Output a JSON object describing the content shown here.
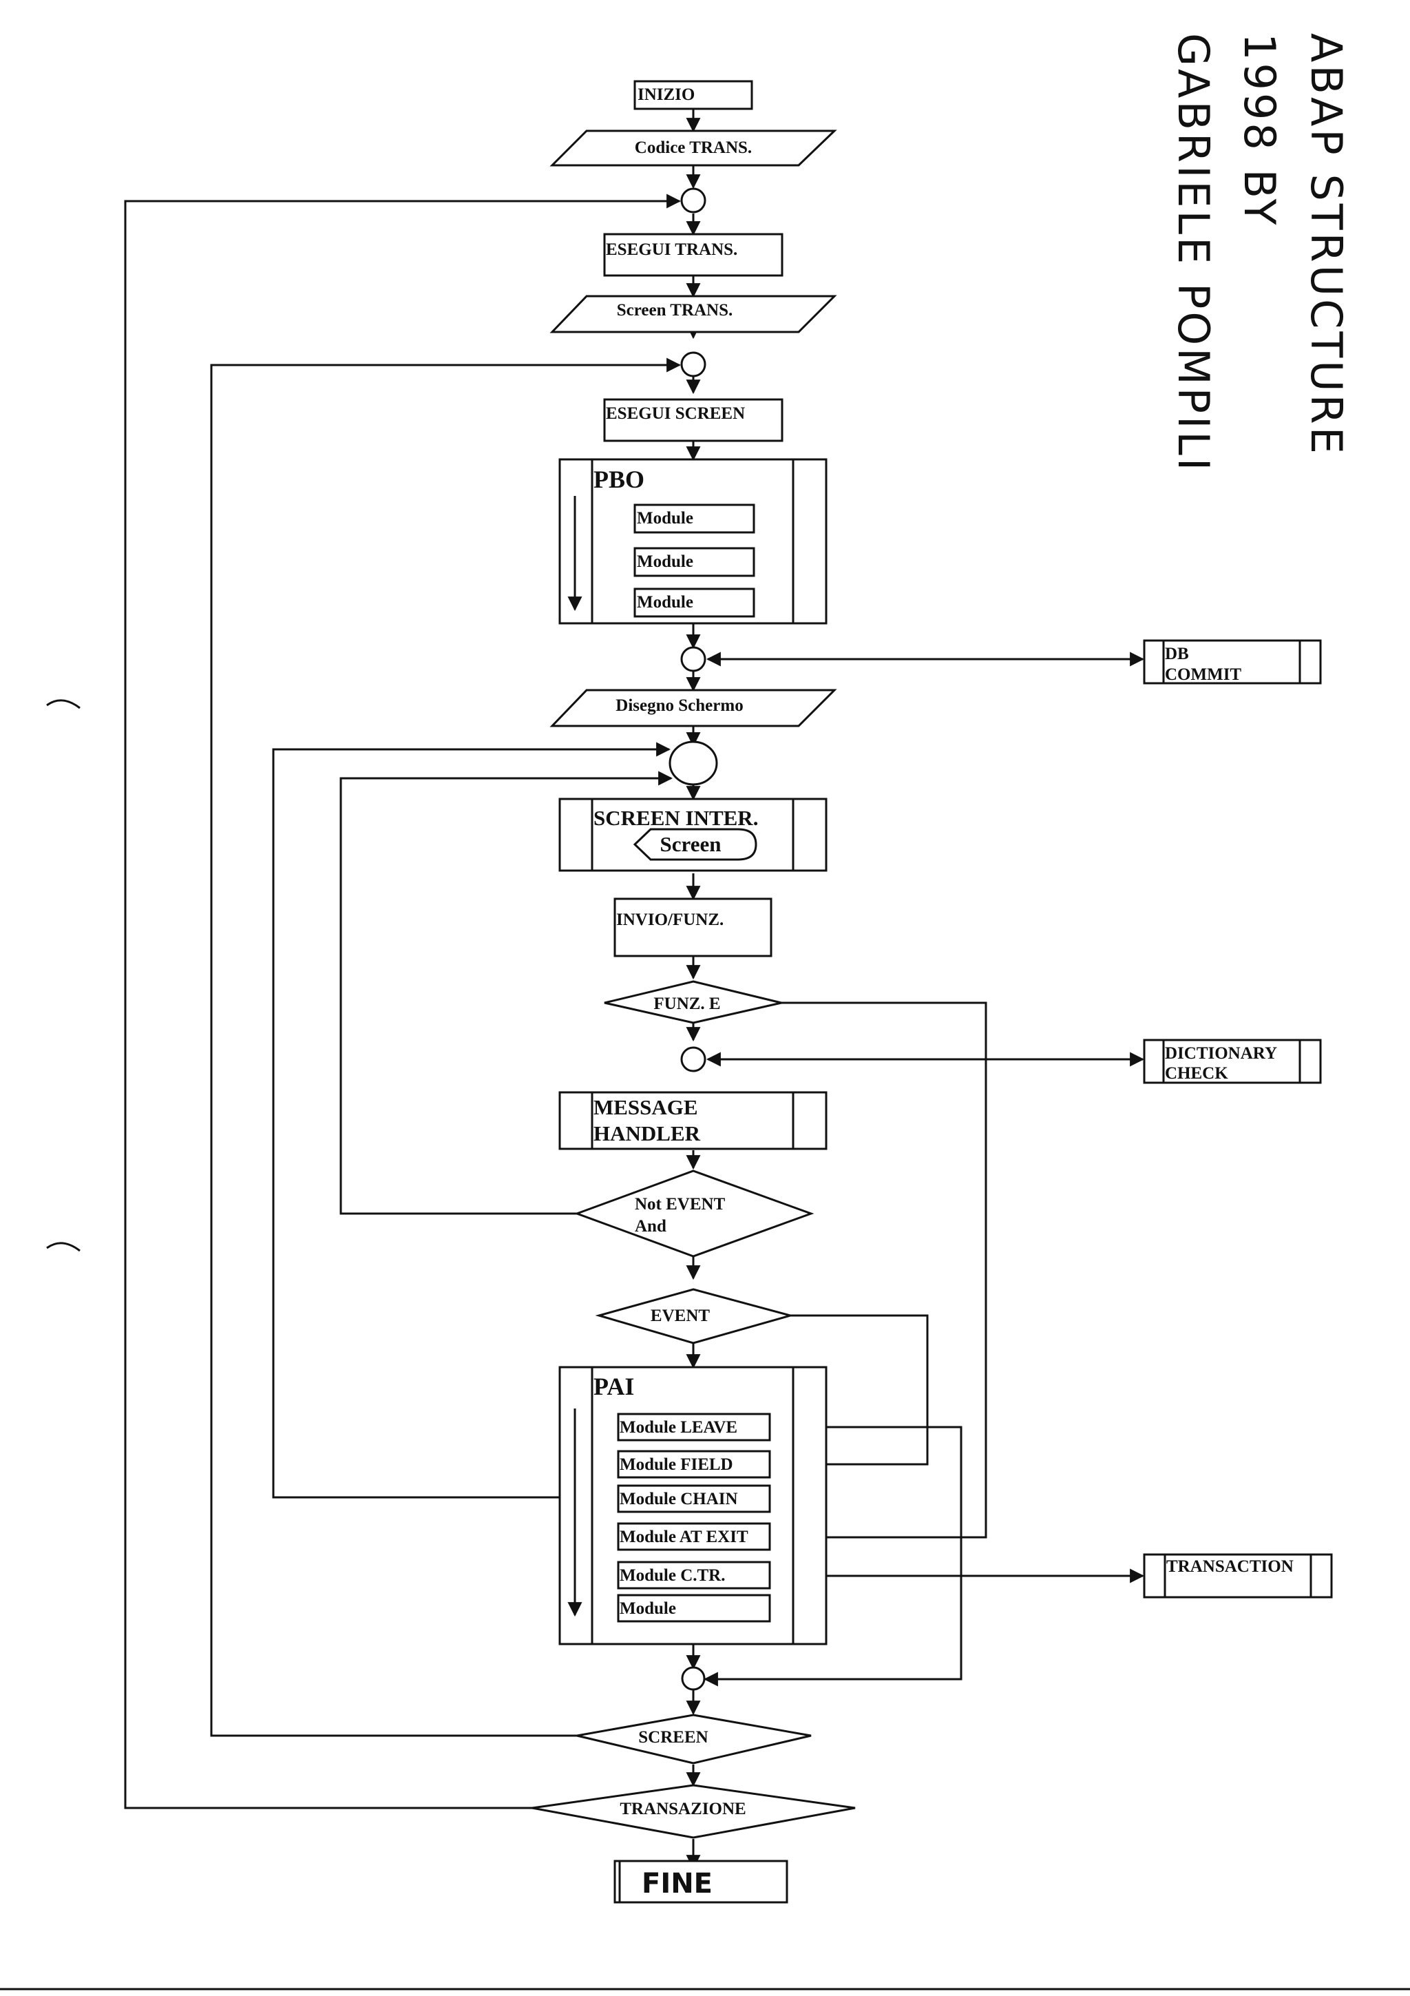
{
  "annotation": {
    "line1": "ABAP STRUCTURE",
    "line2": "1998 BY",
    "line3": "GABRIELE POMPILI"
  },
  "nodes": {
    "inizio": "INIZIO",
    "codice_trans": "Codice TRANS.",
    "esegui_trans": "ESEGUI TRANS.",
    "screen_trans": "Screen TRANS.",
    "esegui_screen": "ESEGUI SCREEN",
    "pbo": {
      "title": "PBO",
      "modules": [
        "Module",
        "Module",
        "Module"
      ]
    },
    "db_commit": [
      "DB",
      "COMMIT"
    ],
    "disegno_schermo": "Disegno Schermo",
    "screen_inter": {
      "title": "SCREEN INTER.",
      "inner": "Screen"
    },
    "invio_funz": "INVIO/FUNZ.",
    "funz_e": "FUNZ. E",
    "dictionary_check": [
      "DICTIONARY",
      "CHECK"
    ],
    "message_handler": [
      "MESSAGE",
      "HANDLER"
    ],
    "not_event": [
      "Not EVENT",
      "And"
    ],
    "event": "EVENT",
    "pai": {
      "title": "PAI",
      "modules": [
        "Module LEAVE",
        "Module FIELD",
        "Module CHAIN",
        "Module AT EXIT",
        "Module C.TR.",
        "Module"
      ]
    },
    "transaction": "TRANSACTION",
    "screen_decision": "SCREEN",
    "transazione": "TRANSAZIONE",
    "fine": "FINE"
  }
}
